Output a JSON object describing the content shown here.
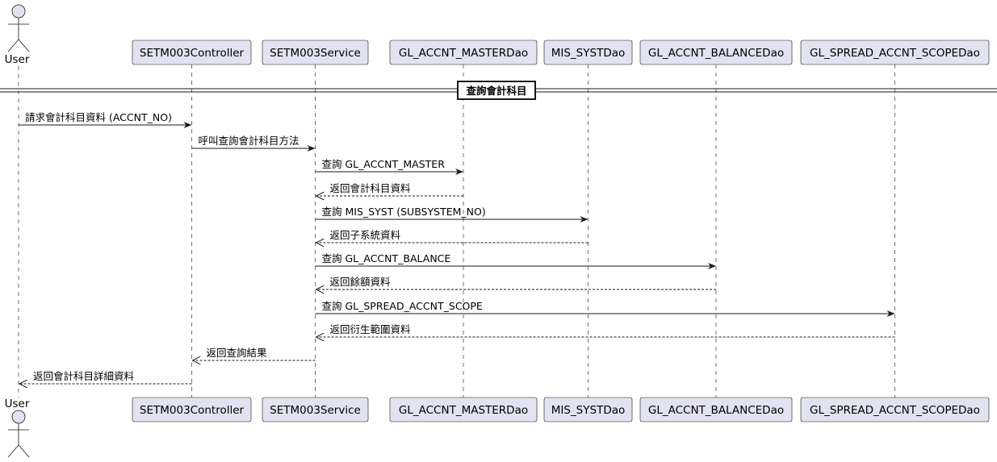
{
  "actor": {
    "label": "User"
  },
  "participants": [
    {
      "id": "controller",
      "label": "SETM003Controller"
    },
    {
      "id": "service",
      "label": "SETM003Service"
    },
    {
      "id": "master",
      "label": "GL_ACCNT_MASTERDao"
    },
    {
      "id": "syst",
      "label": "MIS_SYSTDao"
    },
    {
      "id": "balance",
      "label": "GL_ACCNT_BALANCEDao"
    },
    {
      "id": "spread",
      "label": "GL_SPREAD_ACCNT_SCOPEDao"
    }
  ],
  "divider": {
    "label": "查詢會計科目"
  },
  "messages": [
    {
      "from": "user",
      "to": "controller",
      "label": "請求會計科目資料 (ACCNT_NO)",
      "kind": "sync"
    },
    {
      "from": "controller",
      "to": "service",
      "label": "呼叫查詢會計科目方法",
      "kind": "sync"
    },
    {
      "from": "service",
      "to": "master",
      "label": "查詢 GL_ACCNT_MASTER",
      "kind": "sync"
    },
    {
      "from": "master",
      "to": "service",
      "label": "返回會計科目資料",
      "kind": "return"
    },
    {
      "from": "service",
      "to": "syst",
      "label": "查詢 MIS_SYST (SUBSYSTEM_NO)",
      "kind": "sync"
    },
    {
      "from": "syst",
      "to": "service",
      "label": "返回子系統資料",
      "kind": "return"
    },
    {
      "from": "service",
      "to": "balance",
      "label": "查詢 GL_ACCNT_BALANCE",
      "kind": "sync"
    },
    {
      "from": "balance",
      "to": "service",
      "label": "返回餘額資料",
      "kind": "return"
    },
    {
      "from": "service",
      "to": "spread",
      "label": "查詢 GL_SPREAD_ACCNT_SCOPE",
      "kind": "sync"
    },
    {
      "from": "spread",
      "to": "service",
      "label": "返回衍生範圍資料",
      "kind": "return"
    },
    {
      "from": "service",
      "to": "controller",
      "label": "返回查詢結果",
      "kind": "return"
    },
    {
      "from": "controller",
      "to": "user",
      "label": "返回會計科目詳細資料",
      "kind": "return"
    }
  ],
  "colors": {
    "participant_fill": "#e2e2f0",
    "participant_stroke": "#181818",
    "lifeline": "#181818",
    "arrow": "#181818"
  }
}
